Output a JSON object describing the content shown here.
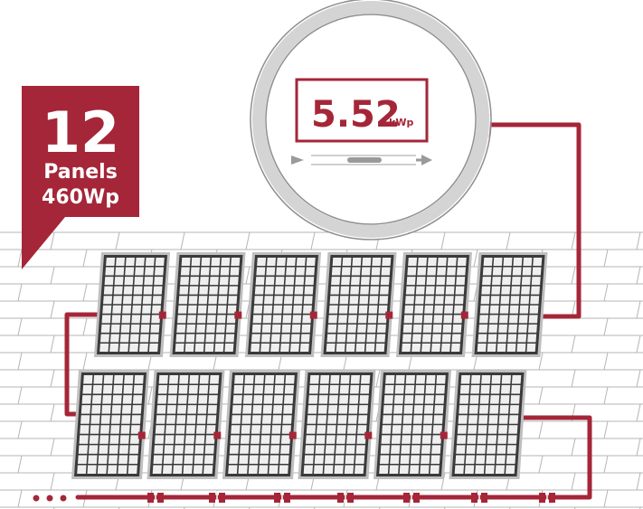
{
  "badge": {
    "count": "12",
    "line1": "Panels",
    "line2": "460Wp"
  },
  "meter": {
    "value": "5.52",
    "unit": "kWp"
  },
  "panels": {
    "rows": 2,
    "per_row": 6
  },
  "colors": {
    "brand": "#a52638",
    "panel": "#3a3a3a",
    "cell": "#ffffff",
    "frame": "#bfbfbf",
    "brick": "#b5b5b5",
    "meter_ring": "#d4d4d4"
  },
  "icons": {
    "more": "ellipsis-icon",
    "arrow": "flow-arrow-icon"
  }
}
